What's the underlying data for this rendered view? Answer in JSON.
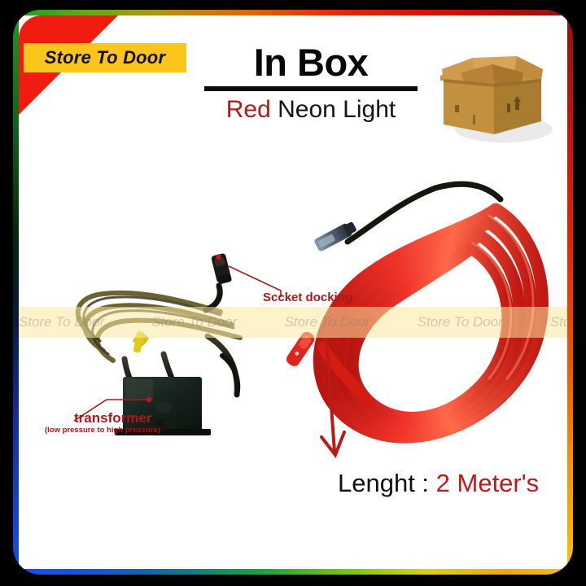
{
  "brand": {
    "ribbon_label": "Store To Door",
    "watermark_text": "Store To Door",
    "watermark_repeat": 6
  },
  "header": {
    "title": "In Box",
    "subtitle_accent": "Red",
    "subtitle_rest": " Neon Light"
  },
  "callouts": {
    "socket": "Sccket docking",
    "transformer": "transformer",
    "transformer_sub": "(low pressure to high pressure)"
  },
  "length": {
    "label": "Lenght : ",
    "value": "2 Meter's"
  },
  "icons": {
    "carton": "cardboard-box-icon",
    "arrow": "down-arrow-icon"
  },
  "colors": {
    "ribbon_yellow": "#fbc51b",
    "corner_red": "#f01c10",
    "accent_red": "#b01a1a",
    "callout_red": "#a8181c",
    "length_red": "#c01818",
    "el_wire_red": "#e8231c",
    "border_green": "#1a9c27",
    "border_blue": "#1550e8",
    "border_orange": "#f0a705"
  }
}
